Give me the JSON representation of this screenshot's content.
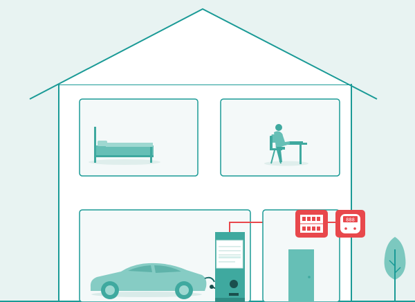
{
  "colors": {
    "background": "#e8f3f2",
    "house_outline": "#1a9a96",
    "house_fill": "#ffffff",
    "room_outline": "#1a9a96",
    "room_fill": "#f4f9f9",
    "furniture_teal": "#66bfb6",
    "furniture_light": "#9ed8d1",
    "car": "#86ccc4",
    "car_dark": "#5fb3aa",
    "charger_body": "#3fa99f",
    "accent_red": "#e8484c",
    "tree": "#7cc8bf",
    "ground_shadow": "#d9ebe9"
  },
  "icons": [
    "bed-icon",
    "person-at-desk-icon",
    "electric-car-icon",
    "ev-charger-icon",
    "breaker-panel-icon",
    "energy-meter-icon",
    "door-icon",
    "tree-icon"
  ],
  "meter": {
    "display": "888"
  },
  "rooms": [
    "bedroom",
    "home-office",
    "garage",
    "utility-room"
  ]
}
